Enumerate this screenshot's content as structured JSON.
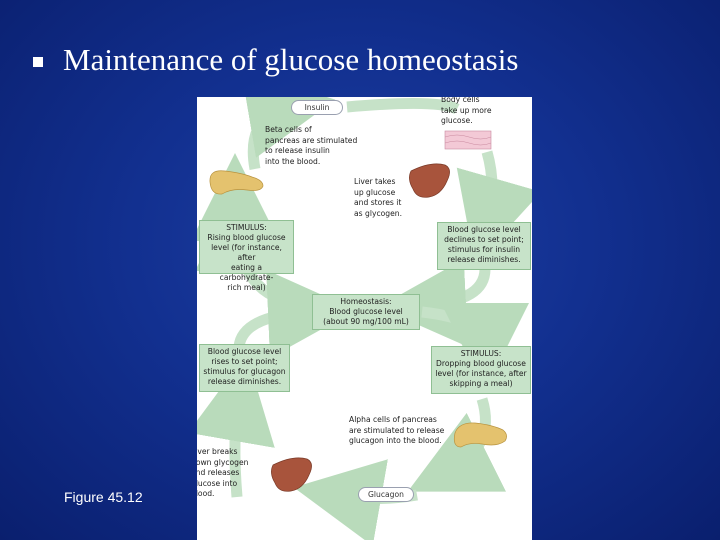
{
  "slide": {
    "title": "Maintenance of glucose homeostasis",
    "figure_label": "Figure 45.12"
  },
  "diagram": {
    "insulin_label": "Insulin",
    "glucagon_label": "Glucagon",
    "body_cells_note": "Body cells\ntake up more\nglucose.",
    "beta_cells_note": "Beta cells of\npancreas are stimulated\nto release insulin\ninto the blood.",
    "liver_takes_note": "Liver takes\nup glucose\nand stores it\nas glycogen.",
    "stimulus_rising": "STIMULUS:\nRising blood glucose\nlevel (for instance, after\neating a carbohydrate-\nrich meal)",
    "declines_box": "Blood glucose level\ndeclines to set point;\nstimulus for insulin\nrelease diminishes.",
    "homeostasis_box": "Homeostasis:\nBlood glucose level\n(about 90 mg/100 mL)",
    "rises_box": "Blood glucose level\nrises to set point;\nstimulus for glucagon\nrelease diminishes.",
    "stimulus_dropping": "STIMULUS:\nDropping blood glucose\nlevel (for instance, after\nskipping a meal)",
    "alpha_cells_note": "Alpha cells of pancreas\nare stimulated to release\nglucagon into the blood.",
    "liver_breaks_note": "Liver breaks\ndown glycogen\nand releases\nglucose into\nblood."
  }
}
